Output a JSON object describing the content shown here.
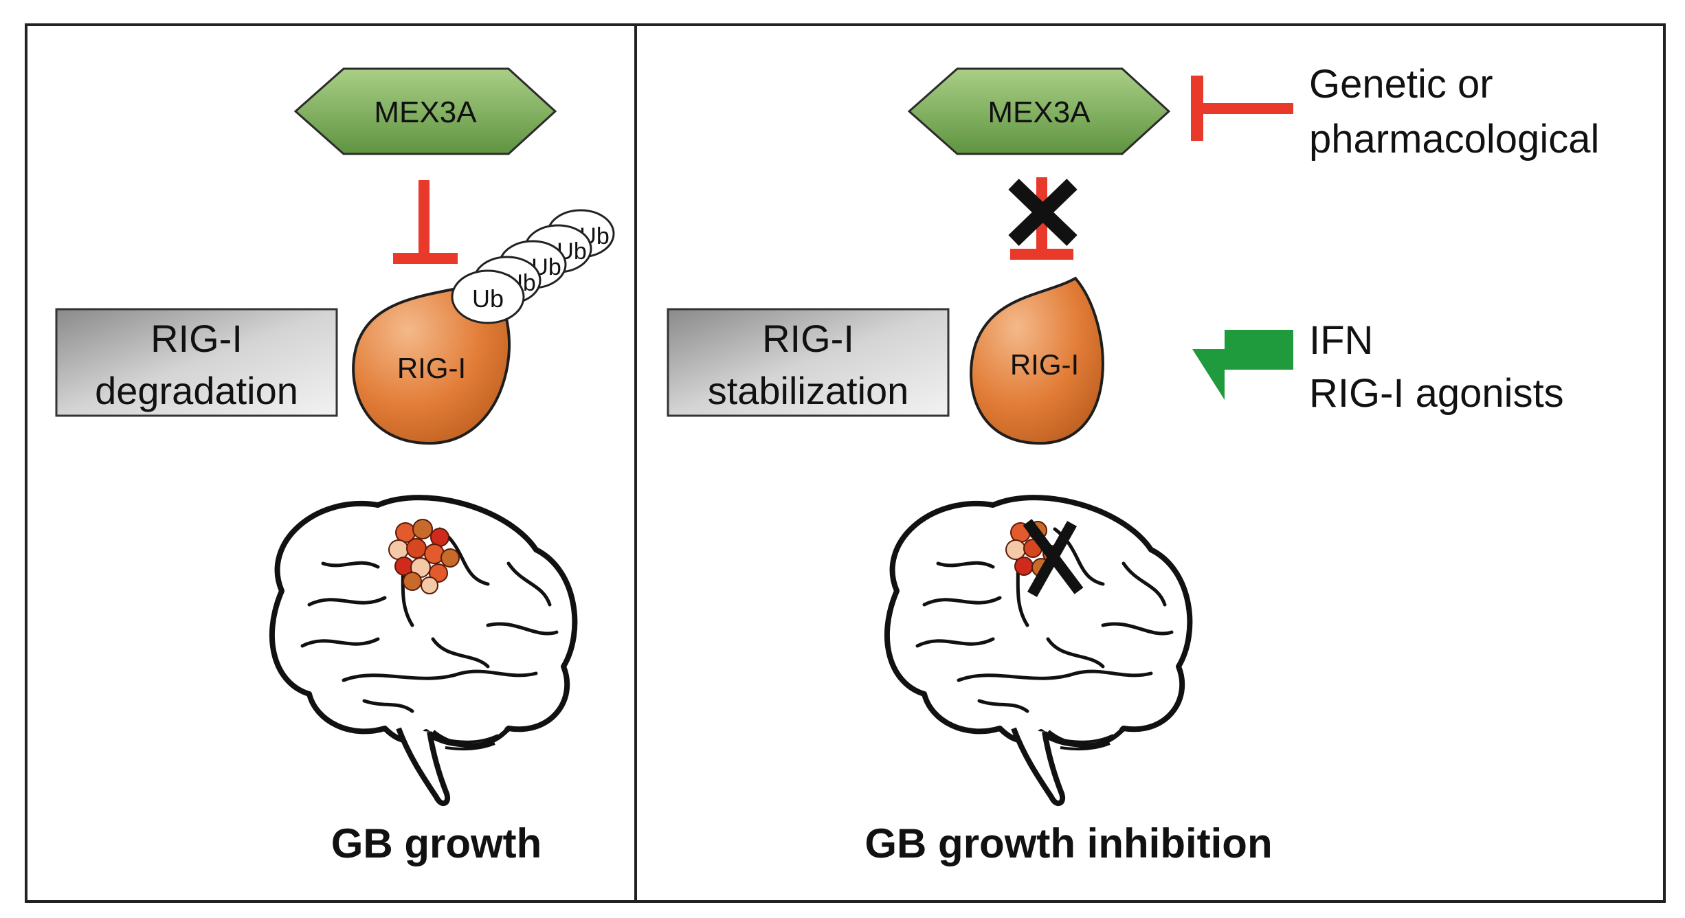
{
  "left_panel": {
    "mex3a_label": "MEX3A",
    "rigi_label": "RIG-I",
    "ub_label": "Ub",
    "box_line1": "RIG-I",
    "box_line2": "degradation",
    "caption": "GB growth"
  },
  "right_panel": {
    "mex3a_label": "MEX3A",
    "rigi_label": "RIG-I",
    "box_line1": "RIG-I",
    "box_line2": "stabilization",
    "inhibitor_line1": "Genetic or",
    "inhibitor_line2": "pharmacological",
    "activator_line1": "IFN",
    "activator_line2": "RIG-I agonists",
    "caption": "GB growth inhibition"
  },
  "colors": {
    "hexagon_green": "#7fae5a",
    "rigi_orange": "#e07a33",
    "inhibit_red": "#e8392b",
    "activate_green": "#1f9a3c",
    "box_gray": "#b5b5b5"
  }
}
